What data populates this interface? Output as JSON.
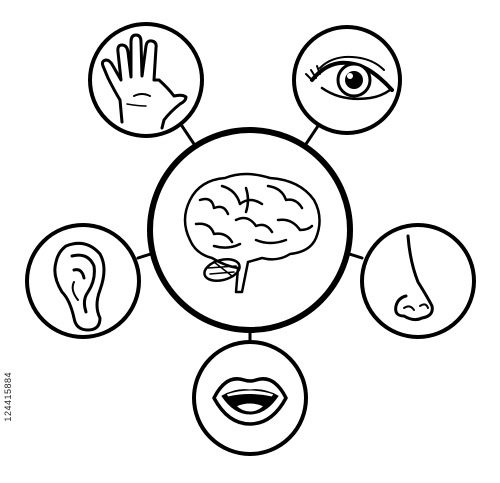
{
  "diagram": {
    "center": "brain-icon",
    "nodes": [
      {
        "id": "touch",
        "icon": "hand-icon"
      },
      {
        "id": "sight",
        "icon": "eye-icon"
      },
      {
        "id": "smell",
        "icon": "nose-icon"
      },
      {
        "id": "taste",
        "icon": "mouth-icon"
      },
      {
        "id": "hearing",
        "icon": "ear-icon"
      }
    ],
    "stroke_color": "#000000",
    "fill_color": "#ffffff"
  },
  "watermark": {
    "stock_id": "124415884"
  }
}
